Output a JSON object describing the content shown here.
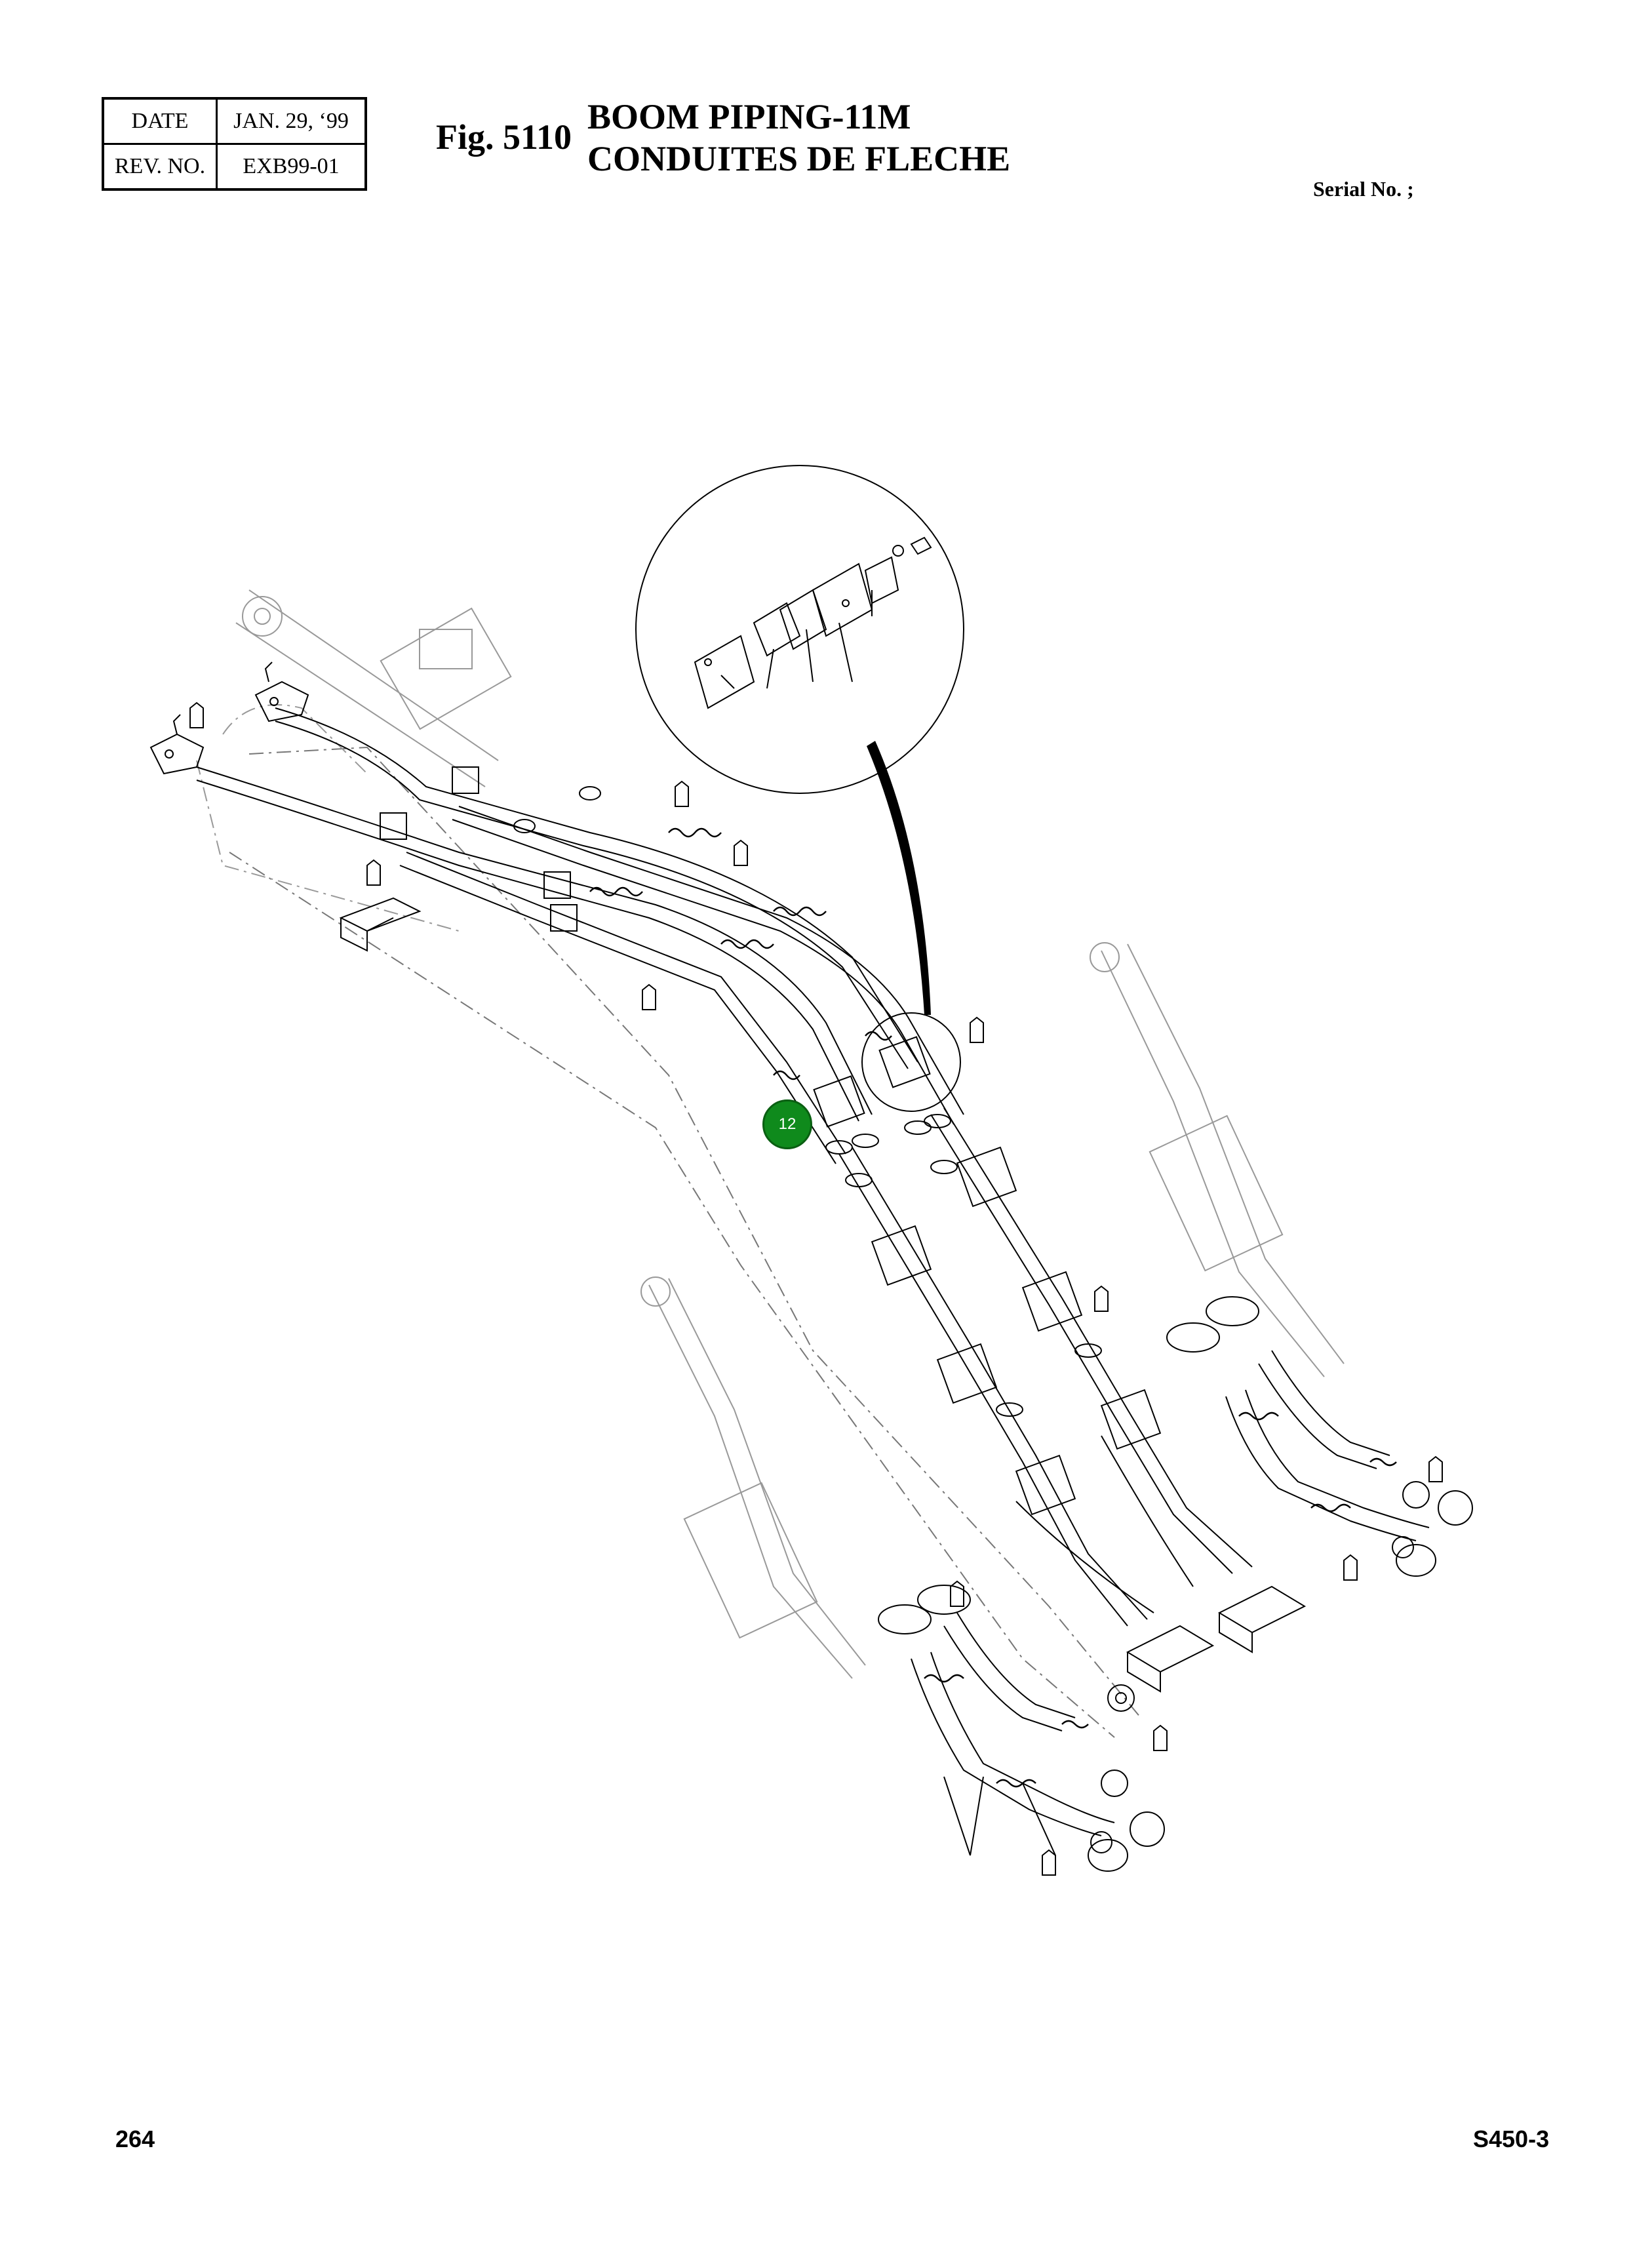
{
  "revision": {
    "date_label": "DATE",
    "date_value": "JAN. 29, ‘99",
    "rev_label": "REV. NO.",
    "rev_value": "EXB99-01"
  },
  "figure": {
    "number": "Fig. 5110",
    "title_en": "BOOM PIPING-11M",
    "title_fr": "CONDUITES DE FLECHE"
  },
  "serial": "Serial No. ;",
  "diagram": {
    "callout_marker": "12"
  },
  "footer": {
    "page_number": "264",
    "model": "S450-3"
  }
}
